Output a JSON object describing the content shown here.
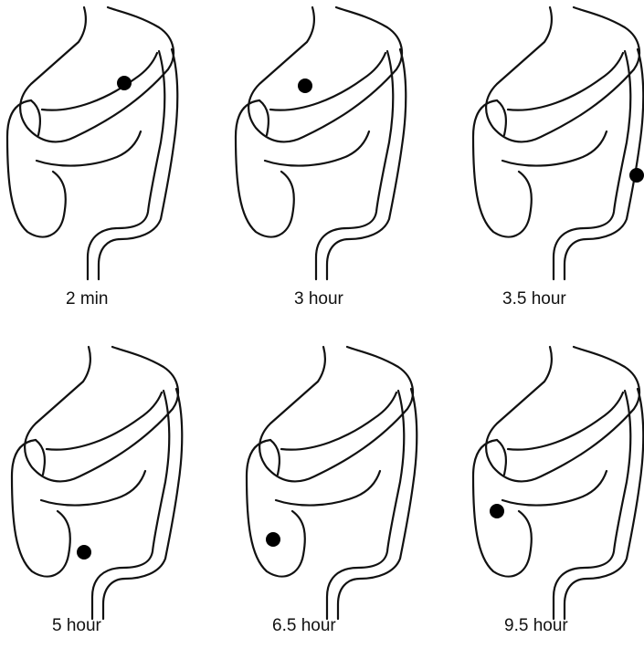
{
  "panels": [
    {
      "label": "2 min",
      "marker_location": "stomach greater curvature"
    },
    {
      "label": "3 hour",
      "marker_location": "stomach body"
    },
    {
      "label": "3.5 hour",
      "marker_location": "descending colon"
    },
    {
      "label": "5 hour",
      "marker_location": "cecum lower pole"
    },
    {
      "label": "6.5 hour",
      "marker_location": "cecum"
    },
    {
      "label": "9.5 hour",
      "marker_location": "cecum"
    }
  ]
}
